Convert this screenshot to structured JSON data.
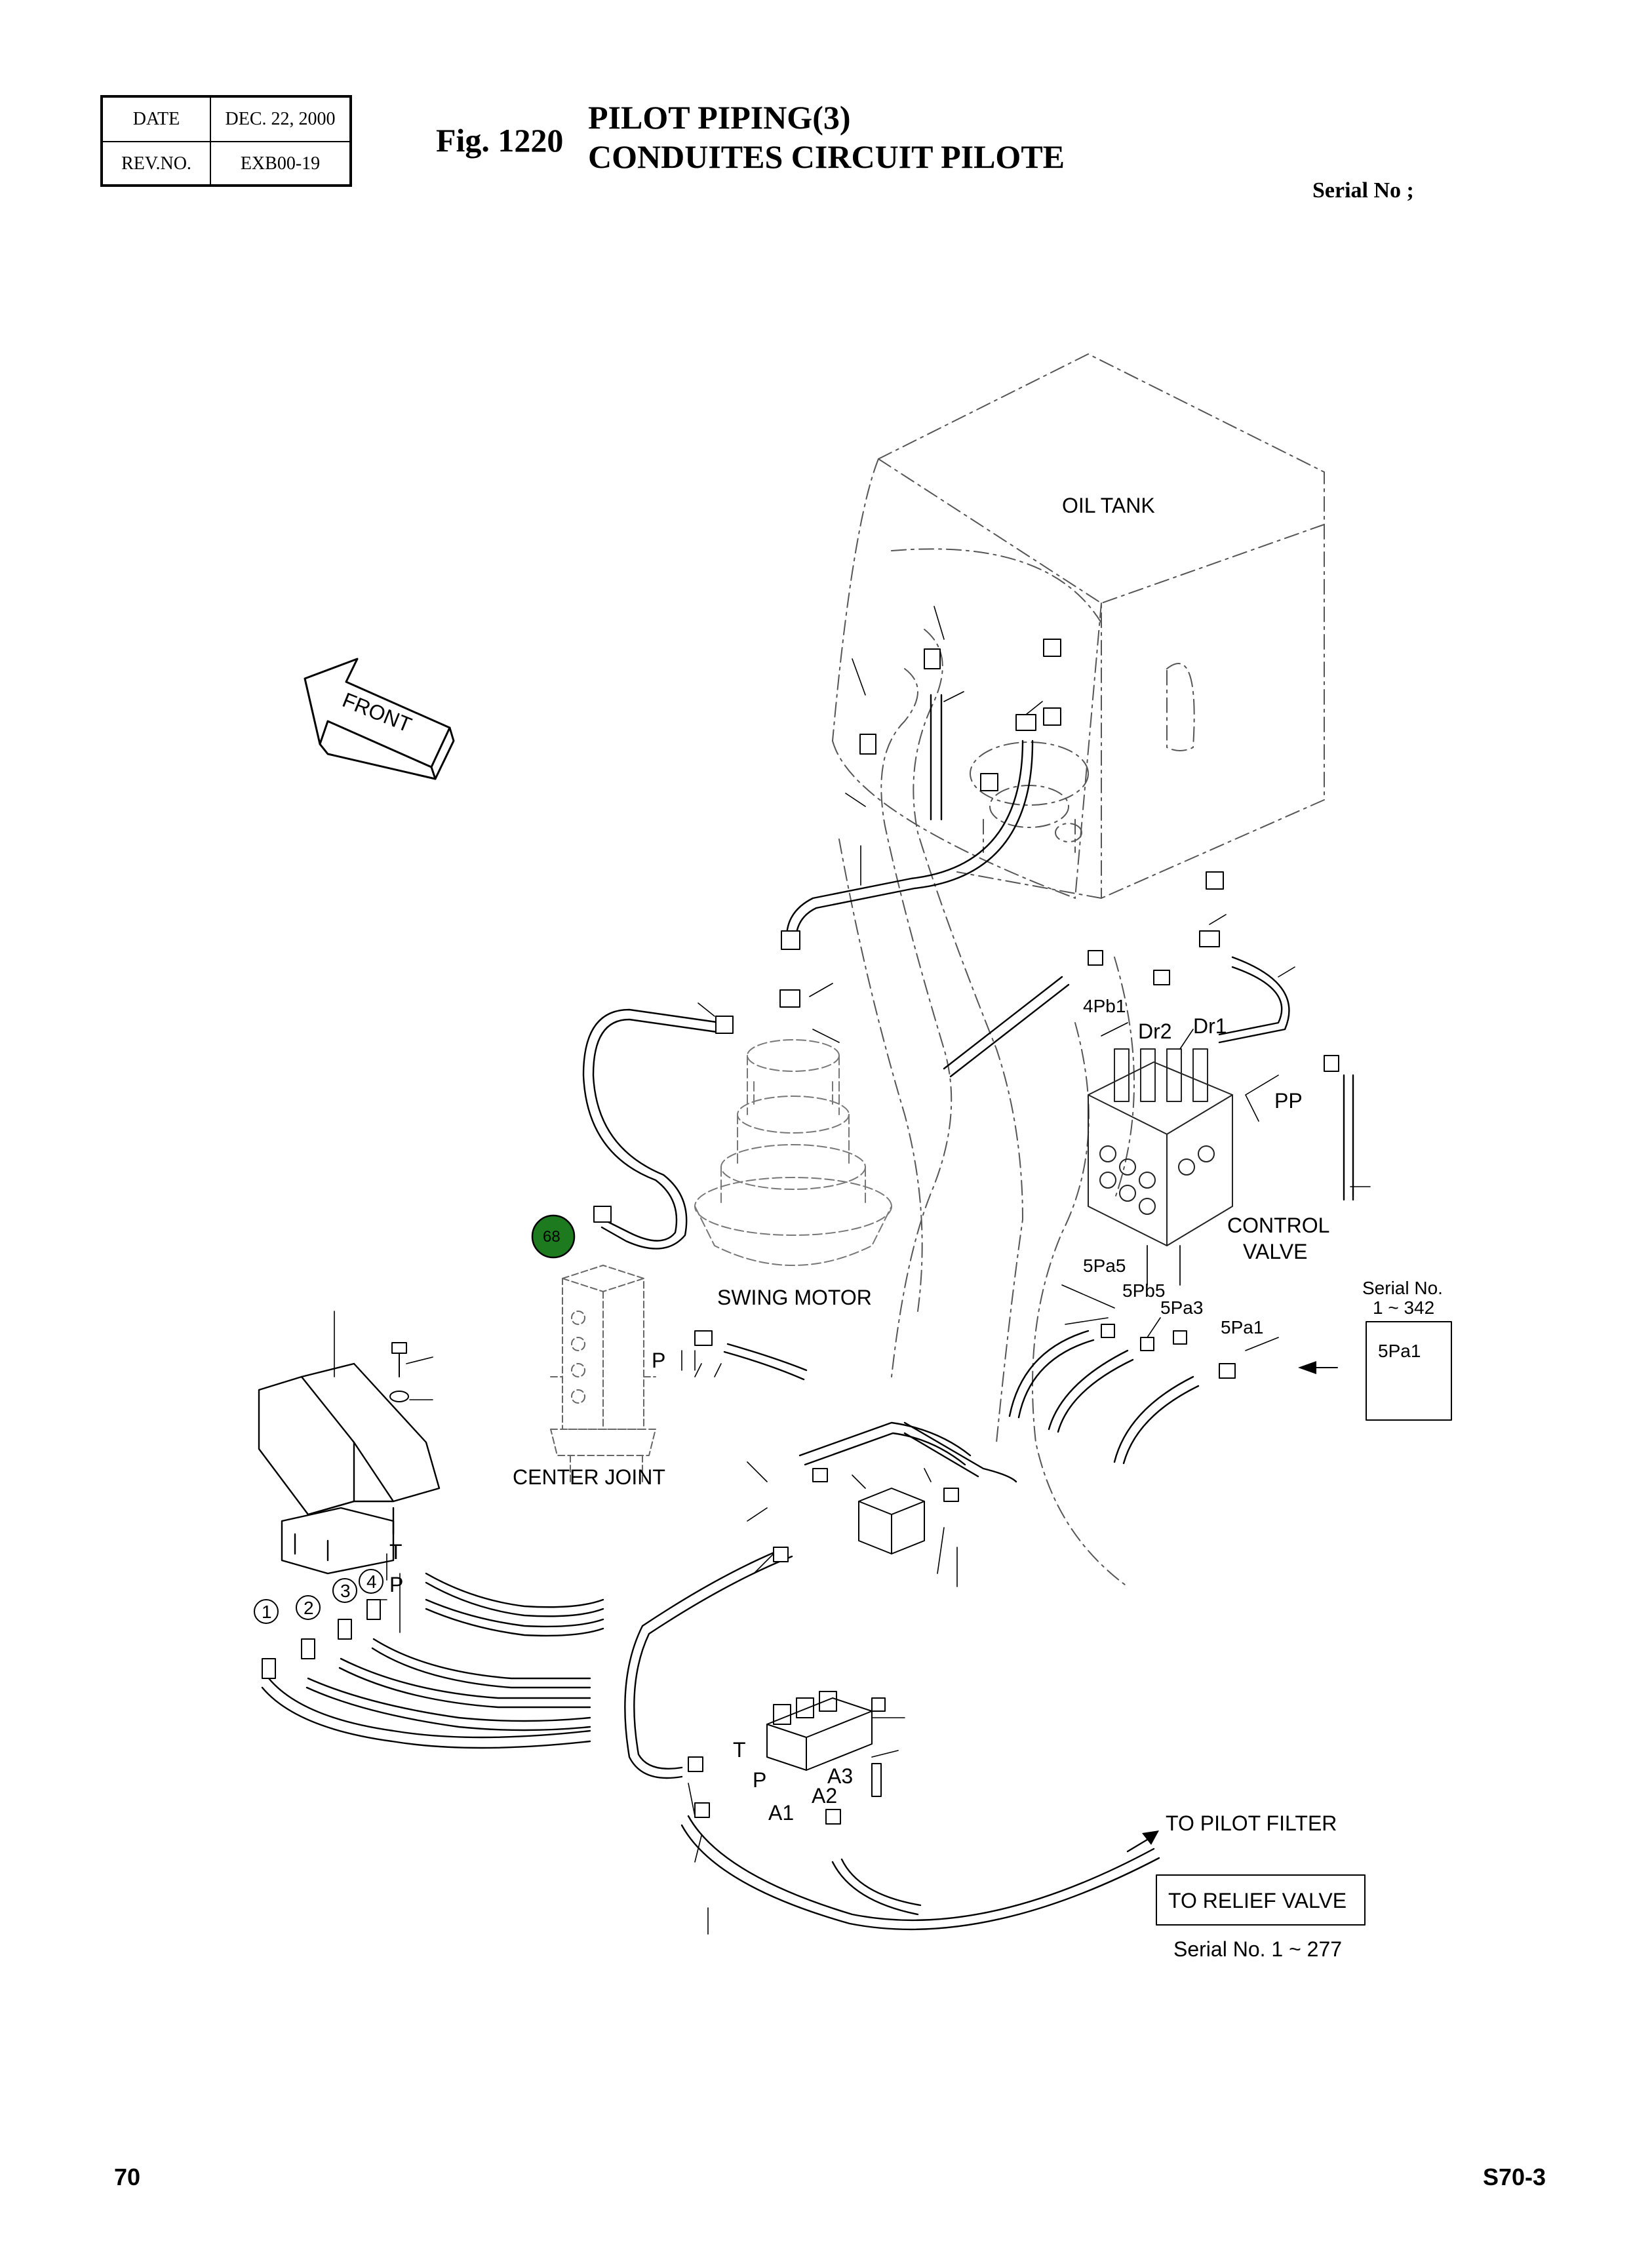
{
  "header": {
    "date_label": "DATE",
    "date_value": "DEC. 22, 2000",
    "rev_label": "REV.NO.",
    "rev_value": "EXB00-19",
    "fig_number": "Fig. 1220",
    "title_line1": "PILOT PIPING(3)",
    "title_line2": "CONDUITES CIRCUIT PILOTE",
    "serial_no": "Serial No ;"
  },
  "footer": {
    "page_number": "70",
    "model_code": "S70-3"
  },
  "diagram": {
    "front_arrow": "FRONT",
    "oil_tank": "OIL TANK",
    "swing_motor": "SWING MOTOR",
    "center_joint": "CENTER JOINT",
    "control_valve_line1": "CONTROL",
    "control_valve_line2": "VALVE",
    "port_4pb1": "4Pb1",
    "port_dr2": "Dr2",
    "port_dr1": "Dr1",
    "port_pp": "PP",
    "port_5pa5": "5Pa5",
    "port_5pb5": "5Pb5",
    "port_5pa3": "5Pa3",
    "port_5pa1": "5Pa1",
    "serial_range_1_342_line1": "Serial No.",
    "serial_range_1_342_line2": "1 ~ 342",
    "inset_port_5pa1": "5Pa1",
    "port_p_center": "P",
    "port_t_pedal": "T",
    "port_p_pedal": "P",
    "port_t_valve": "T",
    "port_p_valve": "P",
    "port_a1": "A1",
    "port_a2": "A2",
    "port_a3": "A3",
    "circle_1": "1",
    "circle_2": "2",
    "circle_3": "3",
    "circle_4": "4",
    "to_pilot_filter": "TO PILOT FILTER",
    "to_relief_valve": "TO RELIEF VALVE",
    "serial_range_1_277": "Serial No. 1 ~ 277",
    "callout_68": "68",
    "callout_color": "#1e7a1e"
  }
}
